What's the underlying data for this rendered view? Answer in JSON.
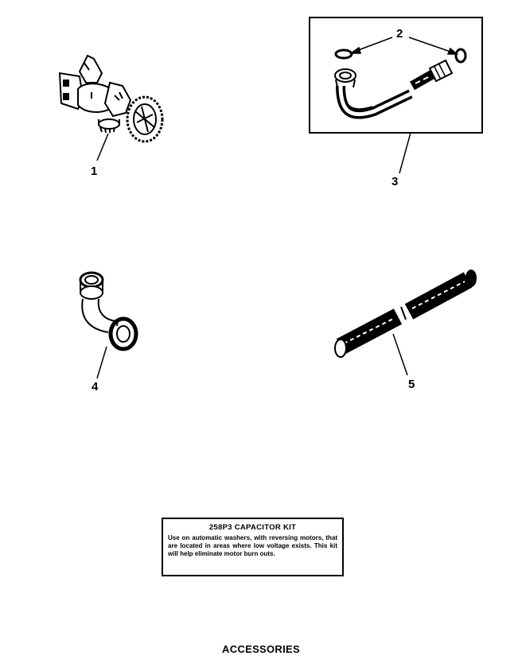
{
  "callouts": {
    "part1": "1",
    "part2": "2",
    "part3": "3",
    "part4": "4",
    "part5": "5"
  },
  "kit_box": {
    "title": "258P3 CAPACITOR KIT",
    "body": "Use on automatic washers, with reversing motors, that are located in areas where low voltage exists. This kit will help eliminate motor burn outs."
  },
  "footer_title": "ACCESSORIES",
  "colors": {
    "ink": "#000000",
    "paper": "#ffffff"
  }
}
